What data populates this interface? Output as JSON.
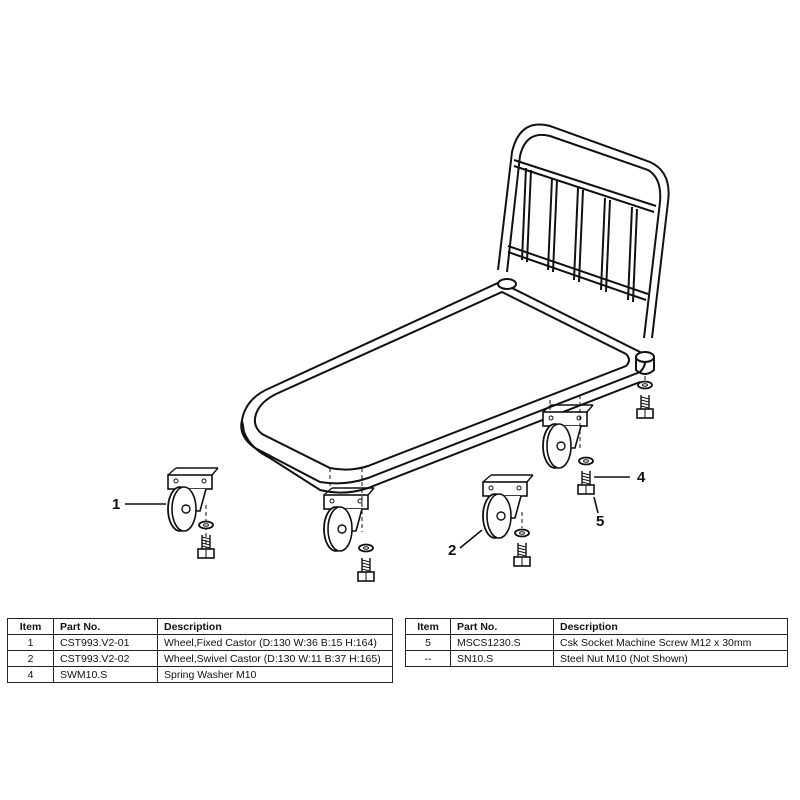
{
  "callouts": [
    "1",
    "2",
    "4",
    "5"
  ],
  "table": {
    "headers": {
      "item": "Item",
      "part_no": "Part No.",
      "description": "Description"
    },
    "left_rows": [
      {
        "item": "1",
        "part_no": "CST993.V2-01",
        "description": "Wheel,Fixed Castor (D:130 W:36 B:15 H:164)"
      },
      {
        "item": "2",
        "part_no": "CST993.V2-02",
        "description": "Wheel,Swivel Castor (D:130 W:11 B:37 H:165)"
      },
      {
        "item": "4",
        "part_no": "SWM10.S",
        "description": "Spring Washer M10"
      }
    ],
    "right_rows": [
      {
        "item": "5",
        "part_no": "MSCS1230.S",
        "description": "Csk Socket Machine Screw M12 x 30mm"
      },
      {
        "item": "--",
        "part_no": "SN10.S",
        "description": "Steel Nut M10 (Not Shown)"
      }
    ]
  }
}
